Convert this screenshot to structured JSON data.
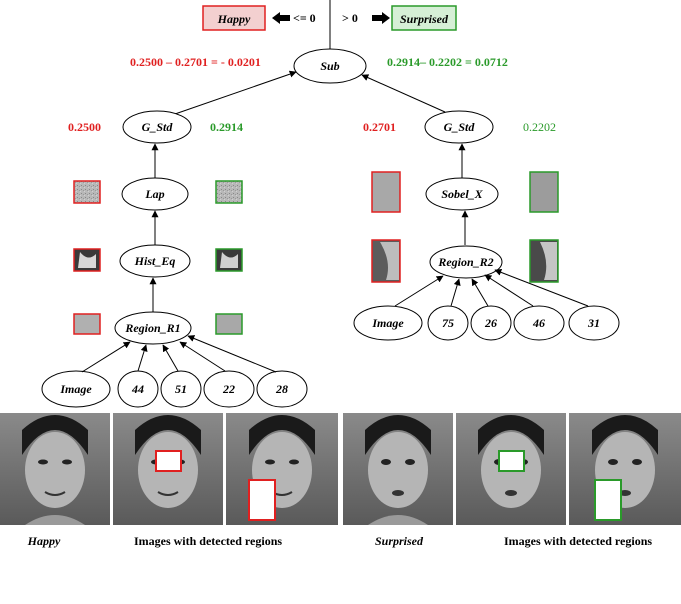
{
  "legend": {
    "happy_label": "Happy",
    "surprised_label": "Surprised",
    "left_rule": "<= 0",
    "right_rule": "> 0"
  },
  "root": {
    "label": "Sub",
    "left_eq": "0.2500 – 0.2701 =  - 0.0201",
    "right_eq": "0.2914– 0.2202 = 0.0712"
  },
  "left_branch": {
    "gstd_label": "G_Std",
    "gstd_red": "0.2500",
    "gstd_green": "0.2914",
    "lap_label": "Lap",
    "histeq_label": "Hist_Eq",
    "region_label": "Region_R1",
    "leaves": [
      "Image",
      "44",
      "51",
      "22",
      "28"
    ]
  },
  "right_branch": {
    "gstd_label": "G_Std",
    "gstd_red": "0.2701",
    "gstd_green": "0.2202",
    "sobel_label": "Sobel_X",
    "region_label": "Region_R2",
    "leaves": [
      "Image",
      "75",
      "26",
      "46",
      "31"
    ]
  },
  "captions": {
    "happy": "Happy",
    "happy_regions": "Images with detected regions",
    "surprised": "Surprised",
    "surprised_regions": "Images with detected regions"
  },
  "colors": {
    "happy": "#e02020",
    "surprised": "#2a9a2a"
  }
}
